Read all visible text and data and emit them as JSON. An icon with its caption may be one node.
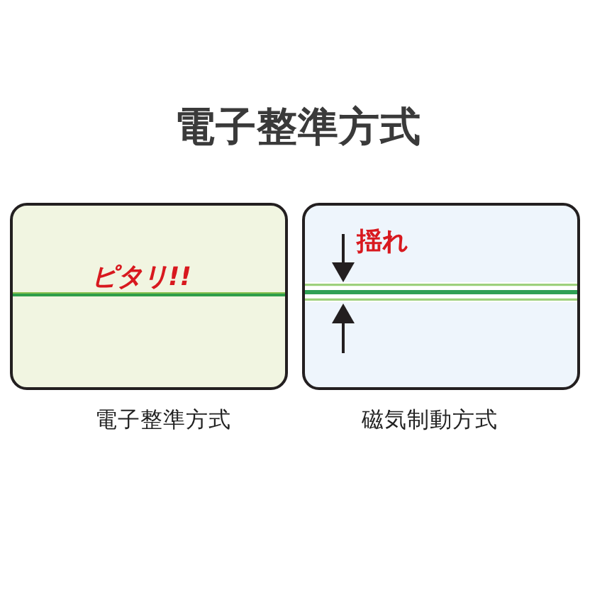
{
  "diagram": {
    "title": "電子整準方式",
    "nodes": [
      {
        "text": [
          "ピタリ!!"
        ],
        "beside": [
          "電子整準方式"
        ]
      },
      {
        "text": [
          "揺れ"
        ],
        "beside": [
          "磁気制動方式"
        ]
      }
    ]
  }
}
